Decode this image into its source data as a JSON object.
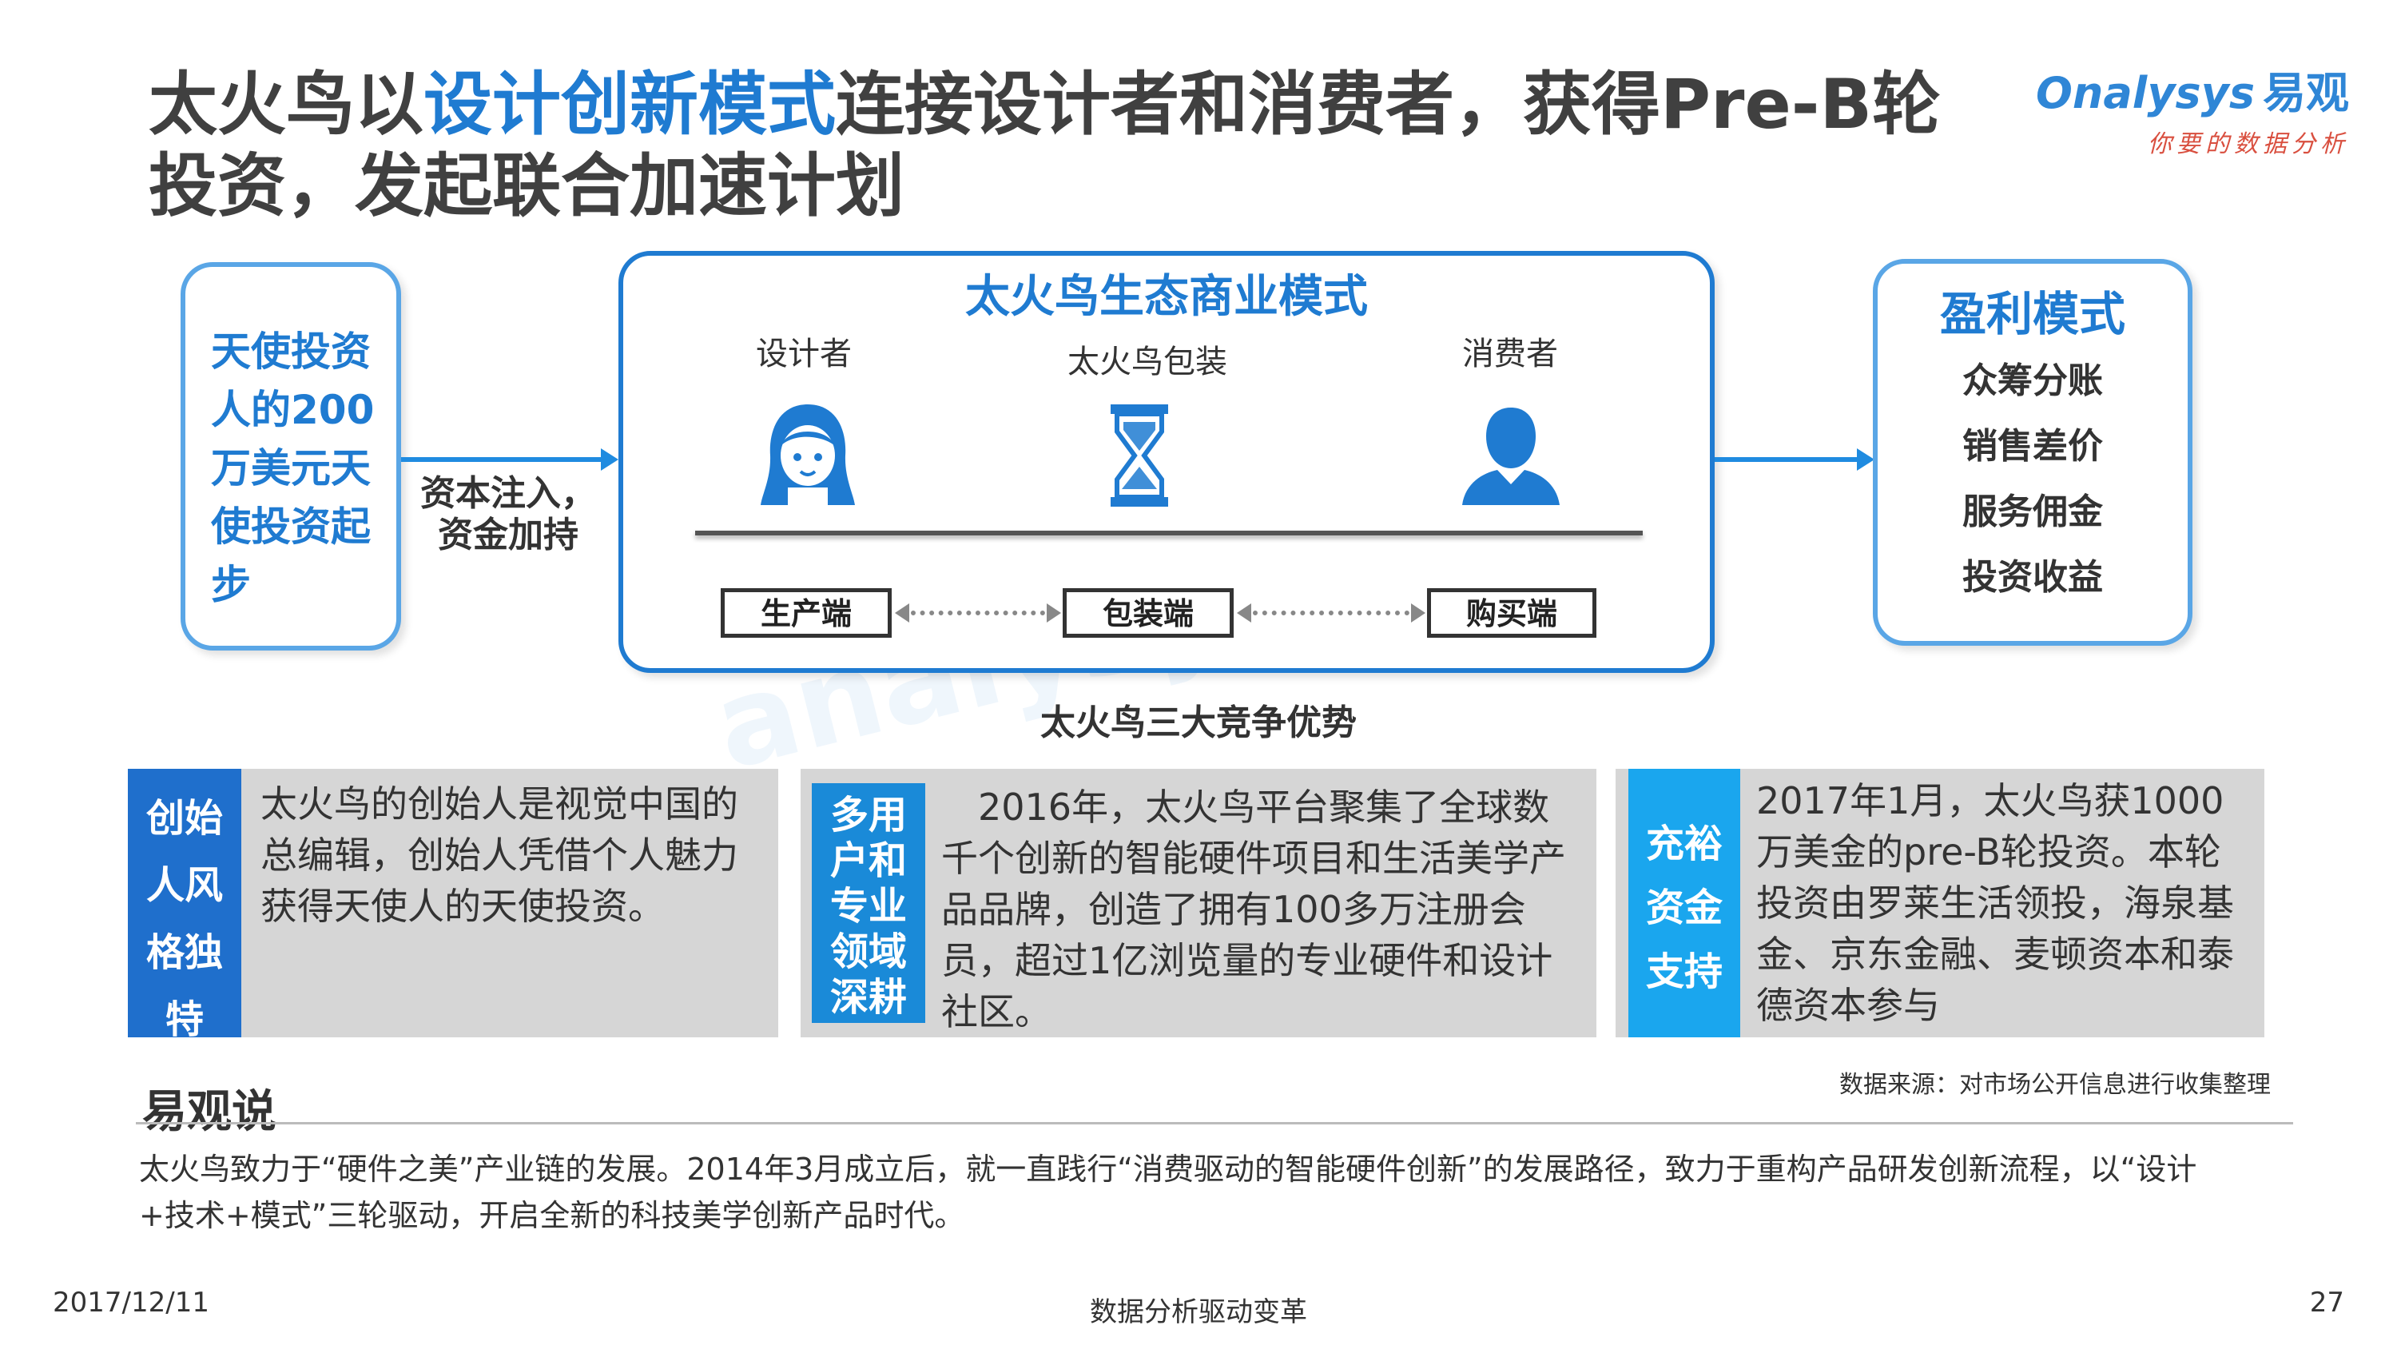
{
  "title": {
    "part1": "太火鸟以",
    "highlight": "设计创新模式",
    "part2": "连接设计者和消费者，获得Pre-B轮",
    "line2": "投资，发起联合加速计划"
  },
  "logo": {
    "brand_en": "Onalysys",
    "brand_cn": "易观",
    "slogan": "你要的数据分析"
  },
  "left_box": {
    "text": "天使投资人的200万美元天使投资起步"
  },
  "injection_label": {
    "line1": "资本注入，",
    "line2": "资金加持"
  },
  "model": {
    "title": "太火鸟生态商业模式",
    "roles": [
      "设计者",
      "太火鸟包装",
      "消费者"
    ],
    "icons": [
      "female-user-icon",
      "hourglass-icon",
      "male-user-icon"
    ],
    "stages": [
      "生产端",
      "包装端",
      "购买端"
    ]
  },
  "profit": {
    "title": "盈利模式",
    "items": [
      "众筹分账",
      "销售差价",
      "服务佣金",
      "投资收益"
    ]
  },
  "advantages_title": "太火鸟三大竞争优势",
  "cards": [
    {
      "label": "创始人风格独特",
      "label_lines": [
        "创始",
        "人风",
        "格独",
        "特"
      ],
      "text": "太火鸟的创始人是视觉中国的总编辑，创始人凭借个人魅力获得天使人的天使投资。",
      "color": "#1f6fcc"
    },
    {
      "label": "多用户和专业领域深耕",
      "label_lines": [
        "多用",
        "户和",
        "专业",
        "领域",
        "深耕"
      ],
      "text": "　2016年，太火鸟平台聚集了全球数千个创新的智能硬件项目和生活美学产品品牌，创造了拥有100多万注册会员，超过1亿浏览量的专业硬件和设计社区。",
      "color": "#1a8ad8"
    },
    {
      "label": "充裕资金支持",
      "label_lines": [
        "充裕",
        "资金",
        "支持"
      ],
      "text": "2017年1月，太火鸟获1000 万美金的pre-B轮投资。本轮投资由罗莱生活领投，海泉基金、京东金融、麦顿资本和泰德资本参与",
      "color": "#1aa6ee"
    }
  ],
  "source": "数据来源：对市场公开信息进行收集整理",
  "say": {
    "title": "易观说",
    "text": "太火鸟致力于“硬件之美”产业链的发展。2014年3月成立后，就一直践行“消费驱动的智能硬件创新”的发展路径，致力于重构产品研发创新流程，以“设计+技术+模式”三轮驱动，开启全新的科技美学创新产品时代。"
  },
  "footer": {
    "date": "2017/12/11",
    "center": "数据分析驱动变革",
    "page": "27"
  },
  "watermark": "analysys 易观"
}
